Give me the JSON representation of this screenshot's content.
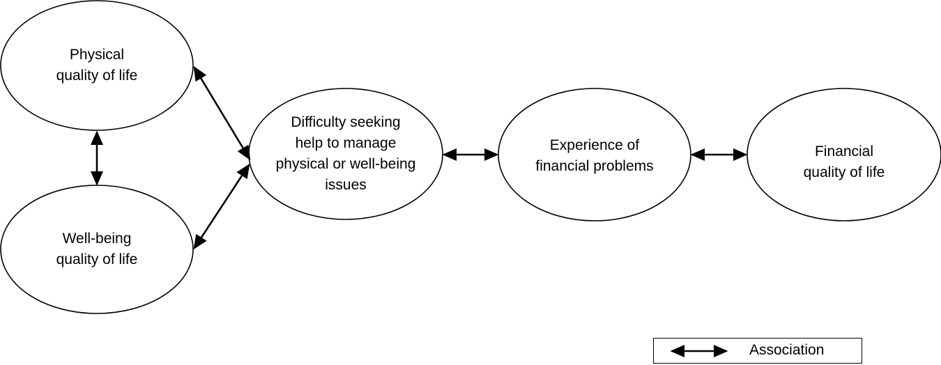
{
  "nodes": {
    "physical_qol": {
      "line1": "Physical",
      "line2": "quality of life"
    },
    "wellbeing_qol": {
      "line1": "Well-being",
      "line2": "quality of life"
    },
    "difficulty": {
      "line1": "Difficulty seeking",
      "line2": "help to manage",
      "line3": "physical or well-being",
      "line4": "issues"
    },
    "experience": {
      "line1": "Experience of",
      "line2": "financial problems"
    },
    "financial_qol": {
      "line1": "Financial",
      "line2": "quality of life"
    }
  },
  "edges": [
    {
      "from": "physical_qol",
      "to": "wellbeing_qol",
      "type": "association"
    },
    {
      "from": "physical_qol",
      "to": "difficulty",
      "type": "association"
    },
    {
      "from": "wellbeing_qol",
      "to": "difficulty",
      "type": "association"
    },
    {
      "from": "difficulty",
      "to": "experience",
      "type": "association"
    },
    {
      "from": "experience",
      "to": "financial_qol",
      "type": "association"
    }
  ],
  "legend": {
    "label": "Association"
  },
  "colors": {
    "stroke": "#000000",
    "background": "#ffffff"
  }
}
